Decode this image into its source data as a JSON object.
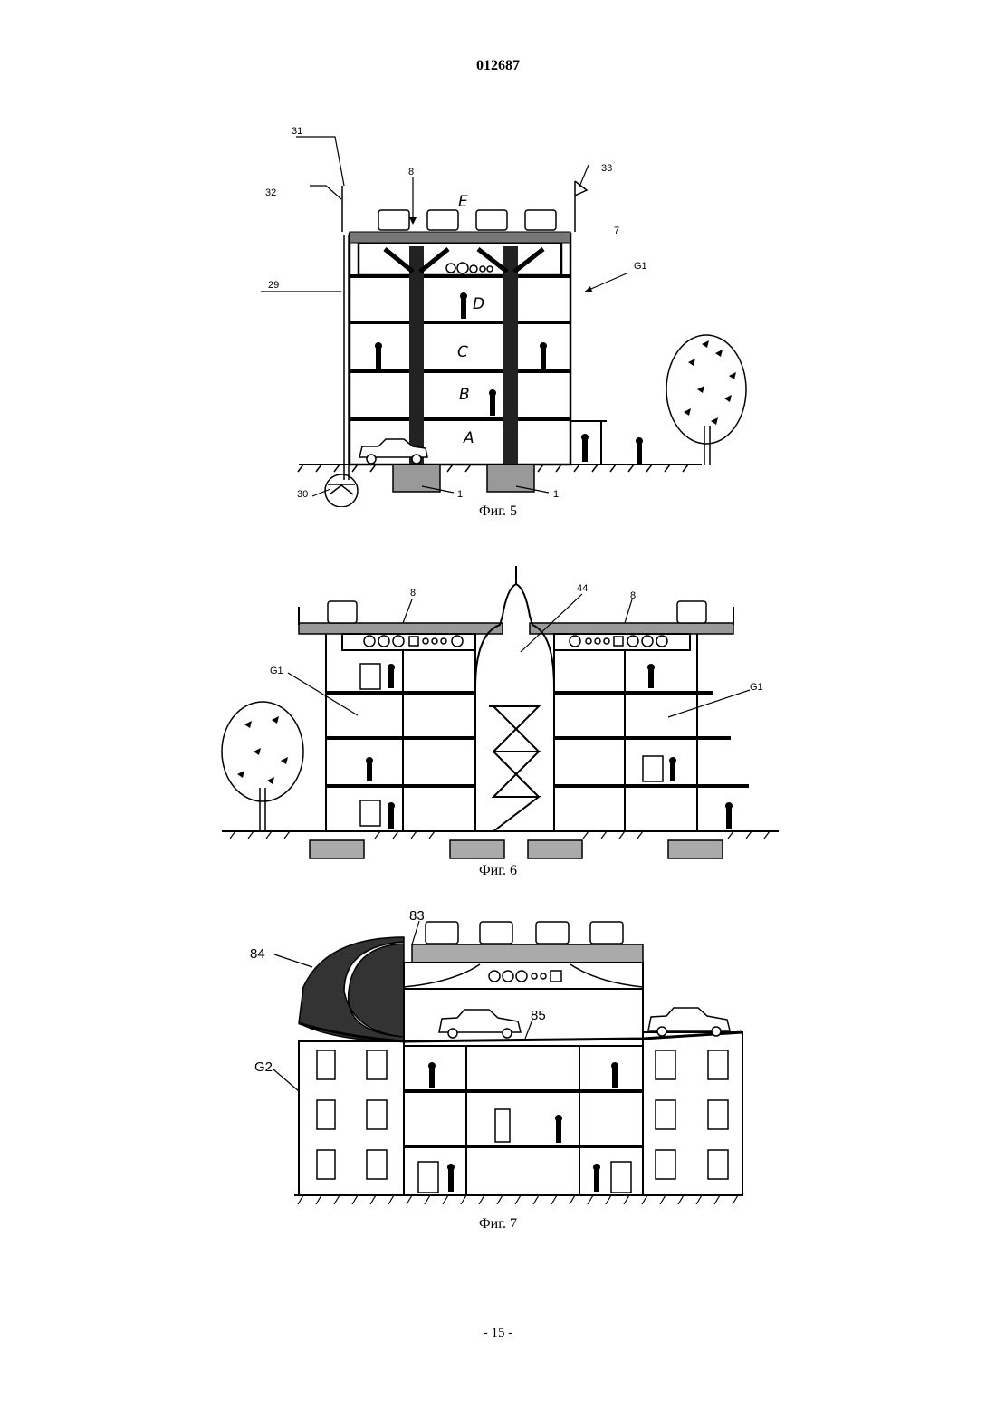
{
  "header": {
    "doc_number": "012687"
  },
  "footer": {
    "page_number": "- 15 -"
  },
  "figures": [
    {
      "caption": "Фиг. 5",
      "labels": {
        "l31": "31",
        "l32": "32",
        "l8": "8",
        "l33": "33",
        "lE": "E",
        "l7": "7",
        "lG1": "G1",
        "l29": "29",
        "lD": "D",
        "lC": "C",
        "lB": "B",
        "lA": "A",
        "l30": "30",
        "l1a": "1",
        "l1b": "1"
      }
    },
    {
      "caption": "Фиг. 6",
      "labels": {
        "l8a": "8",
        "l44": "44",
        "l8b": "8",
        "lG1a": "G1",
        "lG1b": "G1"
      }
    },
    {
      "caption": "Фиг. 7",
      "labels": {
        "l83": "83",
        "l84": "84",
        "l85": "85",
        "lG2": "G2"
      }
    }
  ]
}
